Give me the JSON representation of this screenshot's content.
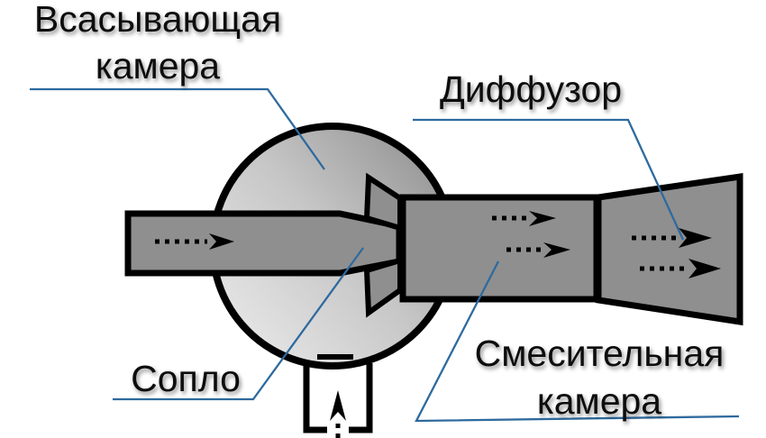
{
  "diagram": {
    "labels": {
      "suction_chamber_line1": "Всасывающая",
      "suction_chamber_line2": "камера",
      "diffuser": "Диффузор",
      "nozzle": "Сопло",
      "mixing_chamber_line1": "Смесительная",
      "mixing_chamber_line2": "камера"
    },
    "colors": {
      "outline": "#000000",
      "component_fill": "#8f8f8f",
      "suction_chamber_gradient_start": "#eeeeee",
      "suction_chamber_gradient_mid": "#c6c6c6",
      "suction_chamber_gradient_end": "#8f8f8f",
      "leader_line": "#2e6a9e",
      "label_text": "#0d0d0d",
      "background": "#ffffff"
    }
  }
}
